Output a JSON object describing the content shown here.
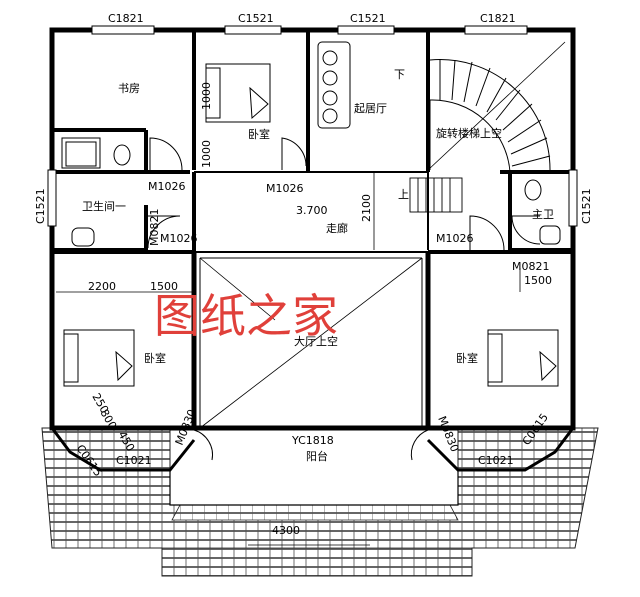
{
  "watermark": "图纸之家",
  "rooms": {
    "study": "书房",
    "bedroom_top": "卧室",
    "living": "起居厅",
    "stair_void": "旋转楼梯上空",
    "bath_secondary": "卫生间一",
    "bath_master": "主卫",
    "corridor": "走廊",
    "hall_void": "大厅上空",
    "bedroom_left": "卧室",
    "bedroom_right": "卧室",
    "balcony": "阳台"
  },
  "windows": {
    "top_1": "C1821",
    "top_2": "C1521",
    "top_3": "C1521",
    "top_4": "C1821",
    "left_side": "C1521",
    "right_side": "C1521",
    "bay_left": "C1021",
    "bay_right": "C1021",
    "bay_left_side": "C0615",
    "bay_right_side": "C0615",
    "balcony_front": "YC1818"
  },
  "doors": {
    "left_corridor": "M1026",
    "mid_corridor": "M1026",
    "bath_left": "M0821",
    "bath_left_2": "M1026",
    "right_corridor": "M1026",
    "master_bath": "M0821",
    "balcony_left": "M0830",
    "balcony_right": "M0830"
  },
  "dims": {
    "d1000_a": "1000",
    "d1000_b": "1000",
    "elevation": "3.700",
    "d2100": "2100",
    "d2200": "2200",
    "d1500_a": "1500",
    "d1500_b": "1500",
    "d250": "250",
    "d800": "800",
    "d450": "450",
    "balcony_span": "4300"
  },
  "stair_marks": {
    "down": "下",
    "up": "上"
  }
}
